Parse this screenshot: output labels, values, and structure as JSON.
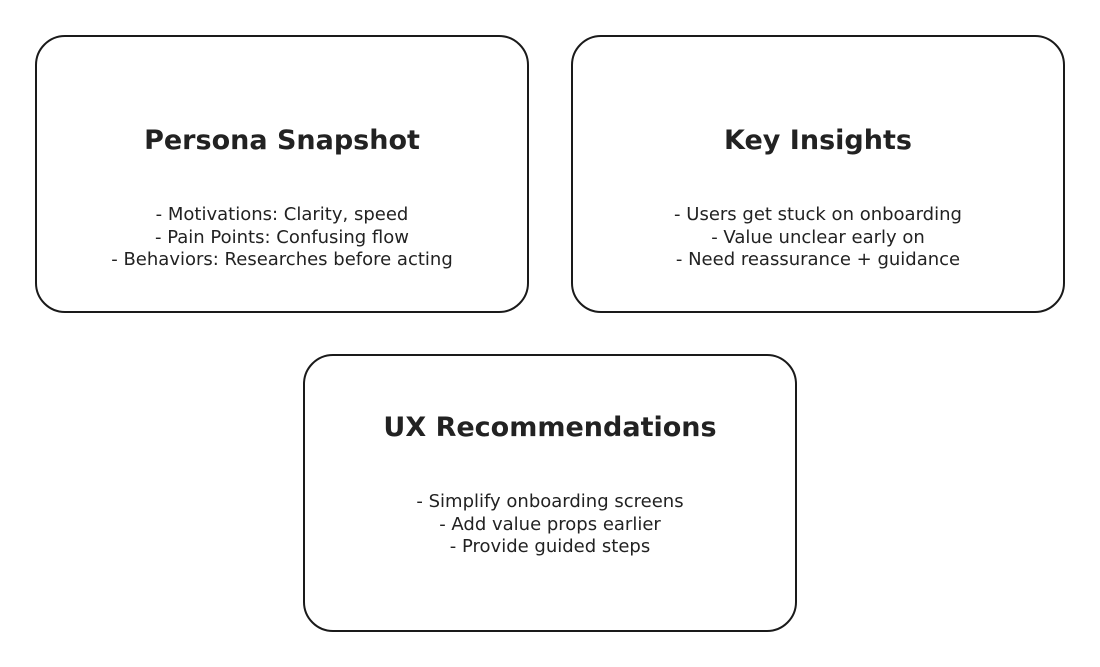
{
  "cards": [
    {
      "title": "Persona Snapshot",
      "items": [
        "- Motivations: Clarity, speed",
        "- Pain Points: Confusing flow",
        "- Behaviors: Researches before acting"
      ]
    },
    {
      "title": "Key Insights",
      "items": [
        "- Users get stuck on onboarding",
        "- Value unclear early on",
        "- Need reassurance + guidance"
      ]
    },
    {
      "title": "UX Recommendations",
      "items": [
        "- Simplify onboarding screens",
        "- Add value props earlier",
        "- Provide guided steps"
      ]
    }
  ]
}
